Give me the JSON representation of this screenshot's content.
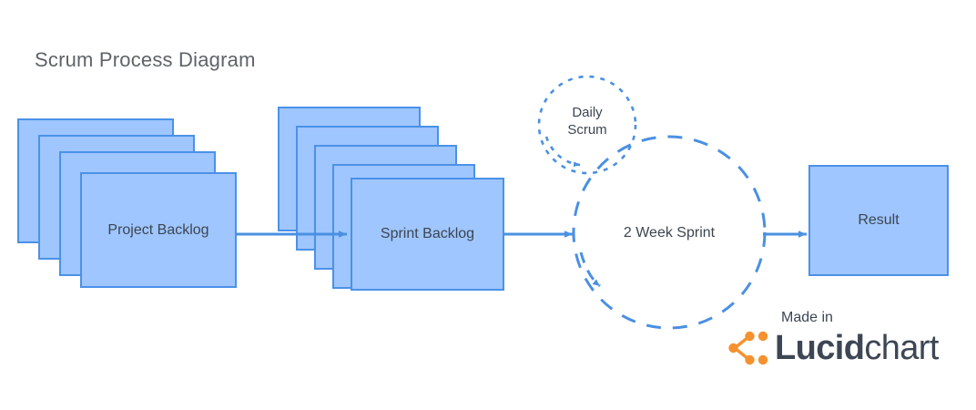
{
  "title": "Scrum Process Diagram",
  "colors": {
    "node_fill": "#9FC6FE",
    "node_border": "#4B91E8",
    "connector": "#4A90E2",
    "text": "#3c4551",
    "title_text": "#5f6368",
    "logo_dark": "#3d4653",
    "logo_orange": "#F5922F"
  },
  "nodes": [
    {
      "id": "project-backlog",
      "label": "Project Backlog",
      "shape": "stacked-rectangle",
      "layers": 4
    },
    {
      "id": "sprint-backlog",
      "label": "Sprint Backlog",
      "shape": "stacked-rectangle",
      "layers": 5
    },
    {
      "id": "two-week-sprint",
      "label": "2 Week Sprint",
      "shape": "dashed-circle"
    },
    {
      "id": "daily-scrum",
      "label_line1": "Daily",
      "label_line2": "Scrum",
      "shape": "dotted-circle"
    },
    {
      "id": "result",
      "label": "Result",
      "shape": "rectangle"
    }
  ],
  "edges": [
    {
      "from": "project-backlog",
      "to": "sprint-backlog",
      "style": "solid-arrow"
    },
    {
      "from": "sprint-backlog",
      "to": "two-week-sprint",
      "style": "solid-arrow"
    },
    {
      "from": "two-week-sprint",
      "to": "result",
      "style": "solid-arrow"
    },
    {
      "from": "two-week-sprint",
      "to": "two-week-sprint",
      "style": "dashed-loop-arrow"
    },
    {
      "from": "daily-scrum",
      "to": "daily-scrum",
      "style": "dotted-loop-arrow"
    }
  ],
  "footer": {
    "made_in": "Made in",
    "brand_bold": "Lucid",
    "brand_light": "chart"
  }
}
